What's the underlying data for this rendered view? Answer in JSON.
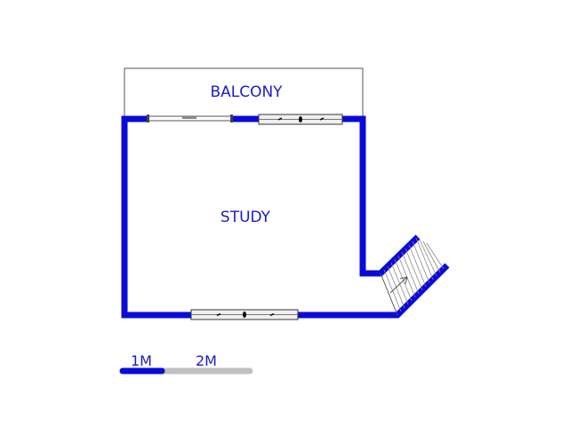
{
  "floorplan": {
    "rooms": [
      {
        "id": "balcony",
        "label": "BALCONY"
      },
      {
        "id": "study",
        "label": "STUDY"
      }
    ],
    "scale_bar": {
      "labels": [
        "1M",
        "2M"
      ]
    },
    "colors": {
      "wall": "#0a0ad8",
      "label": "#1a1ac8",
      "outline": "#555555",
      "scale_secondary": "#c0c0c0",
      "window_fill": "#f0f0f0"
    }
  }
}
